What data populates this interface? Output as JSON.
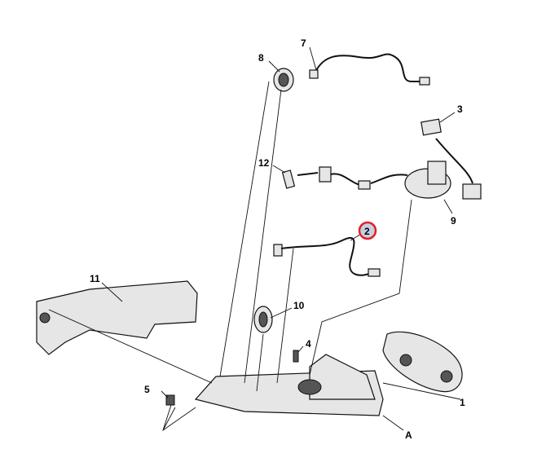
{
  "diagram": {
    "callouts": [
      "1",
      "2",
      "3",
      "4",
      "5",
      "7",
      "8",
      "9",
      "10",
      "11",
      "12",
      "A"
    ],
    "highlighted_callout": "2",
    "highlight_color": "#e0202a",
    "highlight_fill": "#c8cfe0"
  }
}
